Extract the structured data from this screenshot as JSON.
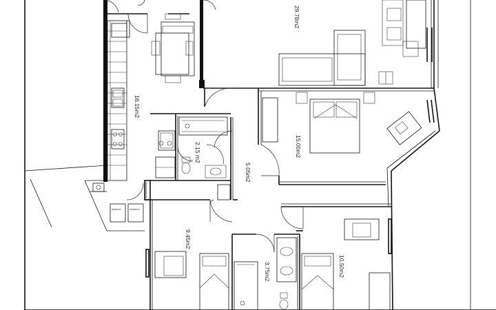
{
  "rooms": [
    {
      "id": "living",
      "area": "29.78m2"
    },
    {
      "id": "kitchen",
      "area": "16.15m2"
    },
    {
      "id": "bath-small",
      "area": "2.15 m2"
    },
    {
      "id": "hall",
      "area": "5.05m2"
    },
    {
      "id": "bedroom-master",
      "area": "15.00m2"
    },
    {
      "id": "bedroom-left",
      "area": "9.45m2"
    },
    {
      "id": "bath-main",
      "area": "3.75m2"
    },
    {
      "id": "bedroom-right",
      "area": "10.50m2"
    }
  ],
  "appliance_labels": [
    "lavadora",
    "secadora"
  ],
  "colors": {
    "line": "#111111",
    "background": "#ffffff"
  }
}
